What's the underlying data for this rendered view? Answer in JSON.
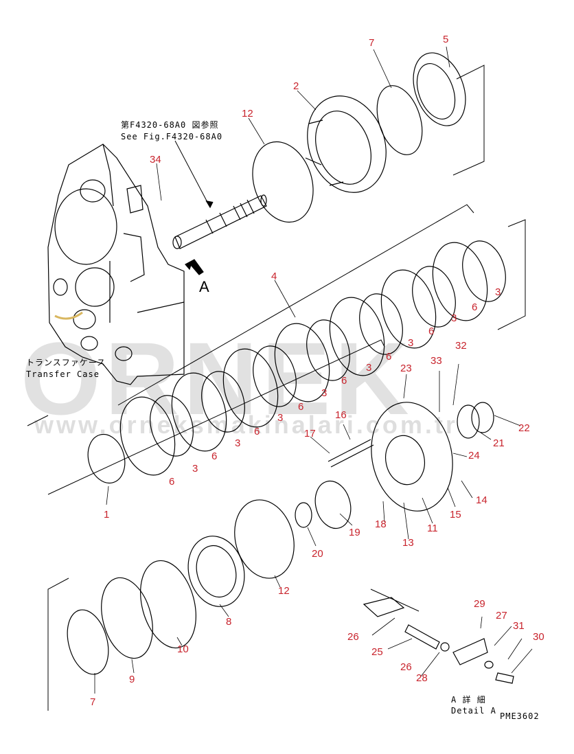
{
  "watermark": {
    "brand": "ORNEK",
    "url": "www.orneksmakinalari.com.tr"
  },
  "notes": {
    "see_fig_jp": "第F4320-68A0 図参照",
    "see_fig_en": "See Fig.F4320-68A0",
    "case_jp": "トランスファケース",
    "case_en": "Transfer Case",
    "view_arrow": "A",
    "detail_jp": "A 詳 細",
    "detail_en": "Detail A",
    "drawing_code": "PME3602"
  },
  "callouts": [
    {
      "id": "c7a",
      "text": "7"
    },
    {
      "id": "c5",
      "text": "5"
    },
    {
      "id": "c2",
      "text": "2"
    },
    {
      "id": "c12a",
      "text": "12"
    },
    {
      "id": "c34",
      "text": "34"
    },
    {
      "id": "c4",
      "text": "4"
    },
    {
      "id": "c3a",
      "text": "3"
    },
    {
      "id": "c6a",
      "text": "6"
    },
    {
      "id": "c3b",
      "text": "3"
    },
    {
      "id": "c6b",
      "text": "6"
    },
    {
      "id": "c3c",
      "text": "3"
    },
    {
      "id": "c6c",
      "text": "6"
    },
    {
      "id": "c3d",
      "text": "3"
    },
    {
      "id": "c6d",
      "text": "6"
    },
    {
      "id": "c3e",
      "text": "3"
    },
    {
      "id": "c6e",
      "text": "6"
    },
    {
      "id": "c3f",
      "text": "3"
    },
    {
      "id": "c6f",
      "text": "6"
    },
    {
      "id": "c3g",
      "text": "3"
    },
    {
      "id": "c6g",
      "text": "6"
    },
    {
      "id": "c3h",
      "text": "3"
    },
    {
      "id": "c6h",
      "text": "6"
    },
    {
      "id": "c32",
      "text": "32"
    },
    {
      "id": "c23",
      "text": "23"
    },
    {
      "id": "c33",
      "text": "33"
    },
    {
      "id": "c16",
      "text": "16"
    },
    {
      "id": "c17",
      "text": "17"
    },
    {
      "id": "c21",
      "text": "21"
    },
    {
      "id": "c22",
      "text": "22"
    },
    {
      "id": "c24",
      "text": "24"
    },
    {
      "id": "c14",
      "text": "14"
    },
    {
      "id": "c15",
      "text": "15"
    },
    {
      "id": "c11",
      "text": "11"
    },
    {
      "id": "c13",
      "text": "13"
    },
    {
      "id": "c18",
      "text": "18"
    },
    {
      "id": "c19",
      "text": "19"
    },
    {
      "id": "c20",
      "text": "20"
    },
    {
      "id": "c1",
      "text": "1"
    },
    {
      "id": "c12b",
      "text": "12"
    },
    {
      "id": "c8",
      "text": "8"
    },
    {
      "id": "c10",
      "text": "10"
    },
    {
      "id": "c9",
      "text": "9"
    },
    {
      "id": "c7b",
      "text": "7"
    },
    {
      "id": "c26a",
      "text": "26"
    },
    {
      "id": "c25",
      "text": "25"
    },
    {
      "id": "c26b",
      "text": "26"
    },
    {
      "id": "c28",
      "text": "28"
    },
    {
      "id": "c29",
      "text": "29"
    },
    {
      "id": "c27",
      "text": "27"
    },
    {
      "id": "c31",
      "text": "31"
    },
    {
      "id": "c30",
      "text": "30"
    }
  ]
}
